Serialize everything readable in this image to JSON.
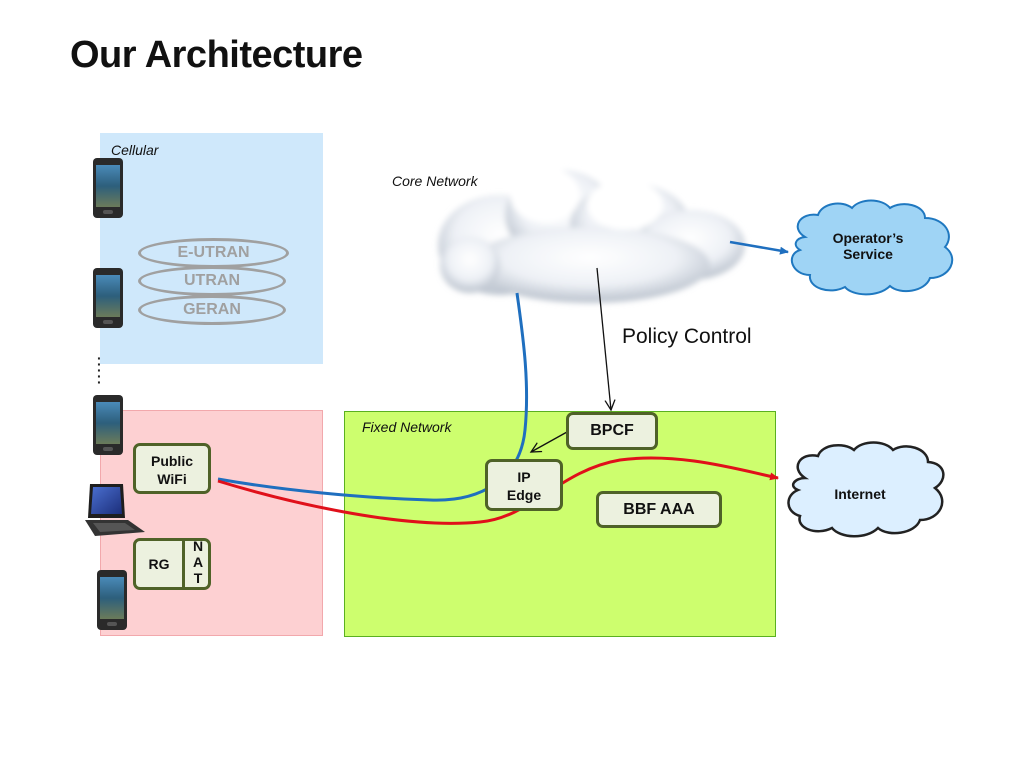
{
  "title": "Our Architecture",
  "regions": {
    "cellular": "Cellular",
    "core_network": "Core Network",
    "fixed_network": "Fixed Network"
  },
  "access_technologies": [
    "E-UTRAN",
    "UTRAN",
    "GERAN"
  ],
  "nodes": {
    "public_wifi": [
      "Public",
      "WiFi"
    ],
    "rg": "RG",
    "nat": [
      "N",
      "A",
      "T"
    ],
    "ip_edge": [
      "IP",
      "Edge"
    ],
    "bpcf": "BPCF",
    "bbf_aaa": "BBF AAA"
  },
  "clouds": {
    "operator_service": [
      "Operator’s",
      "Service"
    ],
    "internet": "Internet"
  },
  "annotations": {
    "policy_control": "Policy Control"
  },
  "icons": [
    "smartphone-icon",
    "laptop-icon"
  ],
  "colors": {
    "cellular_bg": "#cfe8fb",
    "wifi_bg": "#fdd0d2",
    "fixed_bg": "#cdfe6e",
    "blue_path": "#1f6fbf",
    "red_path": "#e0101a",
    "node_border": "#4f6228"
  }
}
